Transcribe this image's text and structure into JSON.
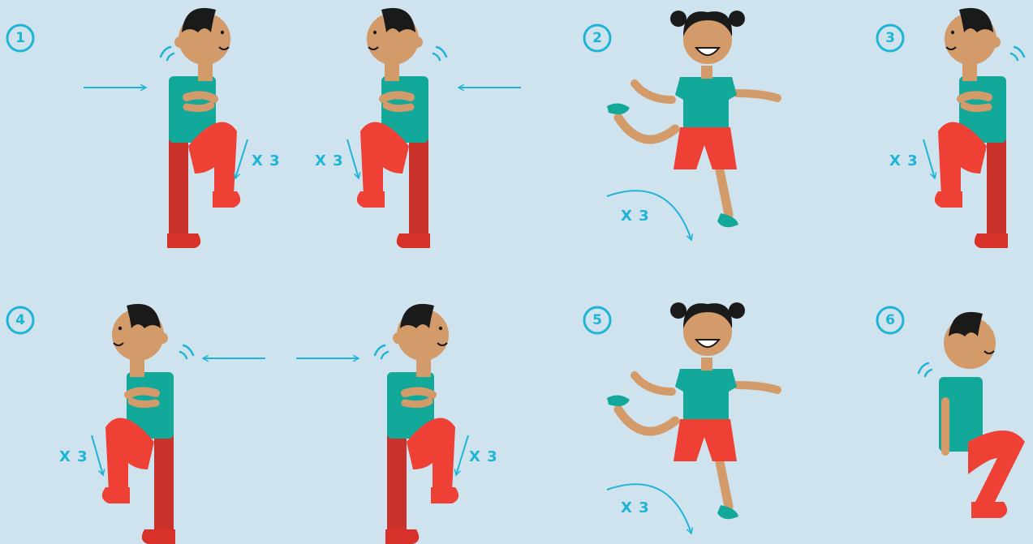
{
  "steps": [
    {
      "number": "1",
      "reps": [
        "X 3",
        "X 3"
      ]
    },
    {
      "number": "2",
      "reps": [
        "X 3"
      ]
    },
    {
      "number": "3",
      "reps": [
        "X 3"
      ]
    },
    {
      "number": "4",
      "reps": [
        "X 3",
        "X 3"
      ]
    },
    {
      "number": "5",
      "reps": [
        "X 3"
      ]
    },
    {
      "number": "6",
      "reps": []
    }
  ],
  "colors": {
    "background": "#cfe3ef",
    "accent": "#1eb4d6",
    "shirt": "#12a99a",
    "pants": "#ef4035",
    "pants_shadow": "#c8322a",
    "skin": "#d39a6a",
    "hair": "#1a1a1a"
  }
}
